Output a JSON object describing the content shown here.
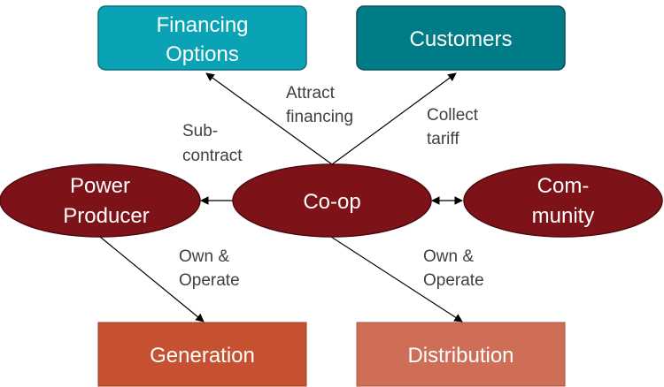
{
  "colors": {
    "financing_fill": "#0aa3b5",
    "customers_fill": "#007c86",
    "oval_fill": "#7d1219",
    "generation_fill": "#c55130",
    "distribution_fill": "#cf6e57",
    "edge_stroke": "#000000",
    "label_text": "#404040",
    "node_text": "#ffffff"
  },
  "nodes": {
    "financing_options": {
      "line1": "Financing",
      "line2": "Options"
    },
    "customers": {
      "line1": "Customers"
    },
    "power_producer": {
      "line1": "Power",
      "line2": "Producer"
    },
    "coop": {
      "line1": "Co-op"
    },
    "community": {
      "line1": "Com-",
      "line2": "munity"
    },
    "generation": {
      "line1": "Generation"
    },
    "distribution": {
      "line1": "Distribution"
    }
  },
  "edges": {
    "attract_financing": {
      "line1": "Attract",
      "line2": "financing"
    },
    "collect_tariff": {
      "line1": "Collect",
      "line2": "tariff"
    },
    "sub_contract": {
      "line1": "Sub-",
      "line2": "contract"
    },
    "own_operate_left": {
      "line1": "Own &",
      "line2": "Operate"
    },
    "own_operate_right": {
      "line1": "Own &",
      "line2": "Operate"
    }
  }
}
